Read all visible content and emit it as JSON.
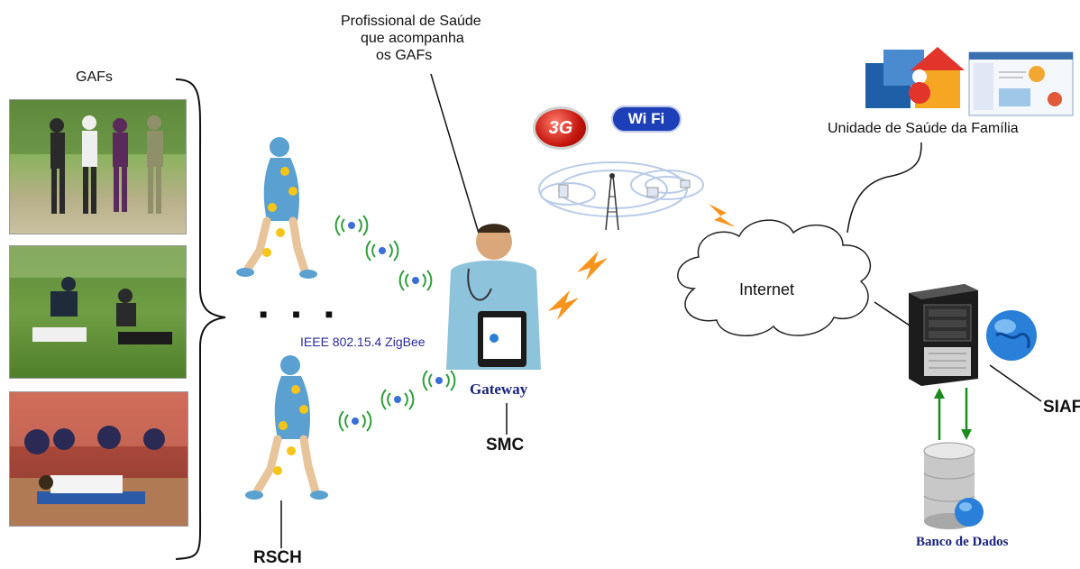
{
  "labels": {
    "gafs": "GAFs",
    "professional_line1": "Profissional de Saúde",
    "professional_line2": "que acompanha",
    "professional_line3": "os GAFs",
    "unidade": "Unidade de Saúde da Família",
    "internet": "Internet",
    "ieee": "IEEE 802.15.4 ZigBee",
    "gateway": "Gateway",
    "smc": "SMC",
    "rsch": "RSCH",
    "siaf": "SIAF",
    "banco": "Banco de Dados",
    "dots": "■ ■ ■",
    "badge_3g": "3G",
    "badge_wifi": "Wi Fi"
  },
  "colors": {
    "ieee_text": "#2a2a9a",
    "gateway_text": "#1a237e",
    "banco_text": "#1a237e",
    "lightning": "#f7941d",
    "signal_green": "#2e9e3a",
    "signal_blue": "#3a6fd8",
    "up_arrow": "#1a8a1a",
    "down_arrow": "#1a8a1a",
    "cloud_stroke": "#222222"
  },
  "icons": [
    "activity-photo-walking",
    "activity-photo-stretching",
    "activity-photo-gym",
    "body-sensor-figure",
    "wireless-signal-icon",
    "doctor-with-tablet",
    "3g-badge",
    "wifi-badge",
    "network-tower",
    "lightning-bolt-icon",
    "internet-cloud",
    "server-tower",
    "globe-icon",
    "database-icon",
    "health-unit-house-icon",
    "dashboard-screenshot"
  ]
}
